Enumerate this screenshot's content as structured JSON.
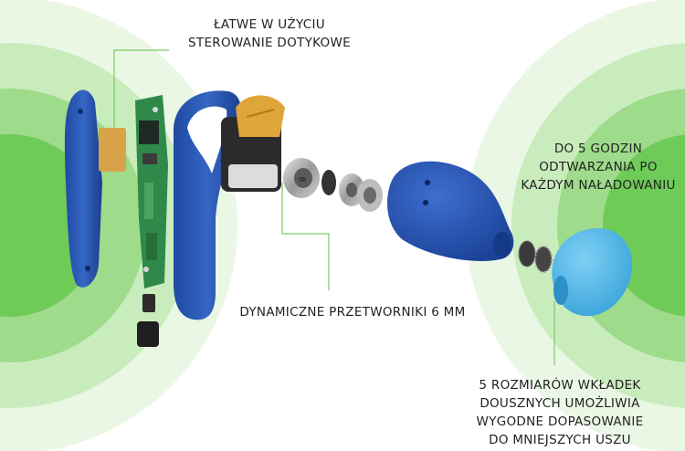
{
  "labels": {
    "touch": [
      "ŁATWE W UŻYCIU",
      "STEROWANIE DOTYKOWE"
    ],
    "drivers": [
      "DYNAMICZNE PRZETWORNIKI 6 MM"
    ],
    "battery": [
      "DO 5 GODZIN",
      "ODTWARZANIA PO",
      "KAŻDYM NAŁADOWANIU"
    ],
    "tips": [
      "5 ROZMIARÓW WKŁADEK",
      "DOUSZNYCH UMOŻLIWIA",
      "WYGODNE DOPASOWANIE",
      "DO MNIEJSZYCH USZU"
    ]
  },
  "colors": {
    "shell_blue": "#2a55b0",
    "eartip_blue": "#4fb6e8",
    "glow_green": "#8fd87a",
    "pcb_green": "#2f8a4a",
    "flex_gold": "#e0a53a",
    "leader_green": "#7ccb63"
  }
}
